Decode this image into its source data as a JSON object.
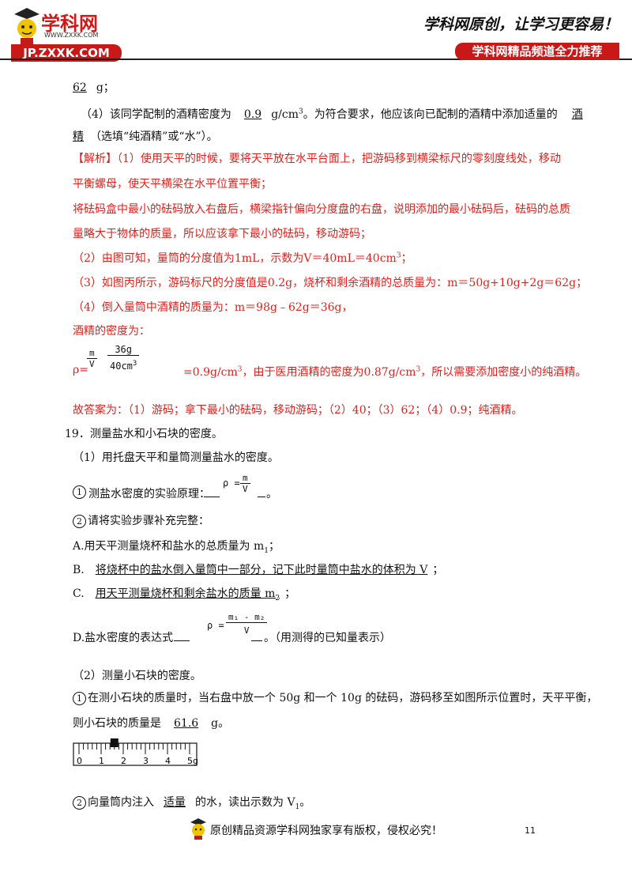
{
  "header": {
    "logo_main": "学科网",
    "logo_url": "WWW.ZXXK.COM",
    "logo_banner": "JP.ZXXK.COM",
    "slogan": "学科网原创，让学习更容易！",
    "channel_banner": "学科网精品频道全力推荐"
  },
  "q18": {
    "l1_value": "62",
    "l1_unit": "g；",
    "l2_pre": "（4）该同学配制的酒精密度为",
    "l2_value": "0.9",
    "l2_unit": "g/cm",
    "l2_post": "。为符合要求，他应该向已配制的酒精中添加适量的",
    "l2_ans1": "酒",
    "l3_ans2": "精",
    "l3_post": "（选填“纯酒精”或“水”）。",
    "a1_tag": "【解析】",
    "a1": "（1）使用天平的时候，要将天平放在水平台面上，把游码移到横梁标尺的零刻度线处，移动",
    "a2": "平衡螺母，使天平横梁在水平位置平衡；",
    "a3": "将砝码盒中最小的砝码放入右盘后，横梁指针偏向分度盘的右盘，说明添加的最小砝码后，砝码的总质",
    "a4": "量略大于物体的质量，所以应该拿下最小的砝码，移动游码；",
    "a5": "（2）由图可知，量筒的分度值为1mL，示数为V＝40mL＝40cm",
    "a6": "（3）如图丙所示，游码标尺的分度值是0.2g，烧杯和剩余酒精的总质量为：m＝50g+10g+2g＝62g；",
    "a7": "（4）倒入量筒中酒精的质量为：m＝98g﹣62g＝36g，",
    "a8": "酒精的密度为：",
    "f_rho": "ρ=",
    "f_m": "m",
    "f_V": "V",
    "f_36g": "36g",
    "f_40cm": "40cm",
    "f_post": "=0.9g/cm",
    "f_post2": "，由于医用酒精的密度为0.87g/cm",
    "f_post3": "，所以需要添加密度小的纯酒精。",
    "answer": "故答案为：（1）游码；拿下最小的砝码，移动游码；（2）40；（3）62；（4）0.9；纯酒精。"
  },
  "q19": {
    "title": "19．测量盐水和小石块的密度。",
    "p1": "（1）用托盘天平和量筒测量盐水的密度。",
    "c1_num": "1",
    "c1_text": "测盐水密度的实验原理：",
    "c1_rho": "ρ =",
    "c1_m": "m",
    "c1_V": "V",
    "c2_num": "2",
    "c2_text": "请将实验步骤补充完整：",
    "sA": "A.用天平测量烧杯和盐水的总质量为 m",
    "sB_pre": "B.",
    "sB_ans": "将烧杯中的盐水倒入量筒中一部分，记下此时量筒中盐水的体积为 V",
    "sC_pre": "C.",
    "sC_ans": "用天平测量烧杯和剩余盐水的质量 m",
    "sD_pre": "D.盐水密度的表达式",
    "sD_rho": "ρ =",
    "sD_num": "m₁ - m₂",
    "sD_den": "V",
    "sD_post": "。（用测得的已知量表示）",
    "p2": "（2）测量小石块的密度。",
    "s1_num": "1",
    "s1_text": "在测小石块的质量时，当右盘中放一个 50g 和一个 10g 的砝码，游码移至如图所示位置时，天平平衡，",
    "s1b_pre": "则小石块的质量是",
    "s1b_ans": "61.6",
    "s1b_unit": "g。",
    "ruler_labels": [
      "0",
      "1",
      "2",
      "3",
      "4",
      "5g"
    ],
    "ruler_rider_value": 1.6,
    "s2_num": "2",
    "s2_pre": "向量筒内注入",
    "s2_ans": "适量",
    "s2_post": "的水，读出示数为 V",
    "s2_sub": "1",
    "s2_end": "。"
  },
  "footer": {
    "copyright": "原创精品资源学科网独家享有版权，侵权必究！",
    "page_number": "11"
  }
}
